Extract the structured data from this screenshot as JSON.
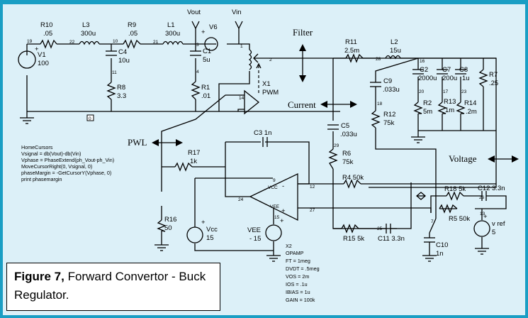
{
  "figure": {
    "caption_bold": "Figure 7,",
    "caption_text": " Forward Convertor - Buck Regulator.",
    "title": "Forward Convertor - Buck Regulator"
  },
  "colors": {
    "frame": "#1a9ec4",
    "background": "#dcf0f8",
    "caption_bg": "#ffffff"
  },
  "components": {
    "R10": {
      "name": "R10",
      "value": ".05"
    },
    "L3": {
      "name": "L3",
      "value": "300u"
    },
    "R9": {
      "name": "R9",
      "value": ".05"
    },
    "L1": {
      "name": "L1",
      "value": "300u"
    },
    "V1": {
      "name": "V1",
      "value": "100"
    },
    "C4": {
      "name": "C4",
      "value": "10u"
    },
    "R8": {
      "name": "R8",
      "value": "3.3"
    },
    "V6": {
      "name": "V6"
    },
    "C1": {
      "name": "C1",
      "value": "5u"
    },
    "R1": {
      "name": "R1",
      "value": ".01"
    },
    "X1": {
      "name": "X1",
      "value": "PWM"
    },
    "R11": {
      "name": "R11",
      "value": "2.5m"
    },
    "L2": {
      "name": "L2",
      "value": "15u"
    },
    "C9": {
      "name": "C9",
      "value": ".033u"
    },
    "R12": {
      "name": "R12",
      "value": "75k"
    },
    "C2": {
      "name": "C2",
      "value": "2000u"
    },
    "C7": {
      "name": "C7",
      "value": "200u"
    },
    "C8": {
      "name": "C8",
      "value": "1u"
    },
    "R7": {
      "name": "R7",
      "value": ".25"
    },
    "R2": {
      "name": "R2",
      "value": "5m"
    },
    "R13": {
      "name": "R13",
      "value": "1m"
    },
    "R14": {
      "name": "R14",
      "value": ".2m"
    },
    "C5": {
      "name": "C5",
      "value": ".033u"
    },
    "R6": {
      "name": "R6",
      "value": "75k"
    },
    "C3": {
      "label": "C3 1n"
    },
    "R17": {
      "name": "R17",
      "value": "1k"
    },
    "R16": {
      "name": "R16",
      "value": "50"
    },
    "R4": {
      "label": "R4 50k"
    },
    "R18": {
      "label": "R18 5k"
    },
    "C12": {
      "label": "C12 3.3n"
    },
    "R5": {
      "label": "R5 50k"
    },
    "R15": {
      "label": "R15 5k"
    },
    "C11": {
      "label": "C11 3.3n"
    },
    "C10": {
      "name": "C10",
      "value": "1n"
    },
    "Vref": {
      "name": "v ref",
      "value": "5"
    },
    "Vcc": {
      "name": "Vcc",
      "value": "15"
    },
    "VEE": {
      "name": "VEE",
      "value": "- 15"
    },
    "X2": {
      "lines": [
        "X2",
        "OPAMP",
        "FT = 1meg",
        "DVDT = .5meg",
        "VOS = 2m",
        "IOS = .1u",
        "IBIAS = 1u",
        "GAIN = 100k"
      ]
    }
  },
  "nets": {
    "vout": "Vout",
    "vin": "Vin",
    "n19": "19",
    "n22": "22",
    "n10": "10",
    "n21": "21",
    "n3": "3",
    "n1": "1",
    "n2": "2",
    "n11": "11",
    "n4": "4",
    "n14": "14",
    "n28": "28",
    "n16": "16",
    "n18": "18",
    "n20": "20",
    "n17": "17",
    "n23": "23",
    "n29": "29",
    "n12": "12",
    "n24": "24",
    "n27": "27",
    "n15": "15",
    "n9": "9",
    "n26": "26",
    "n25": "25",
    "n13": "13",
    "n7": "7",
    "vcc_pin": "VCC",
    "vee_pin": "VEE",
    "minus": "-",
    "plus": "+",
    "ground_box": "0"
  },
  "annotations": {
    "filter": "Filter",
    "current": "Current",
    "pwl": "PWL",
    "voltage": "Voltage"
  },
  "script": {
    "lines": [
      "HomeCursors",
      "Vsignal = db(Vout)-db(Vin)",
      "Vphase = PhaseExtend(ph_Vout-ph_Vin)",
      "MoveCursorRight(0, Vsignal, 0)",
      "phaseMargin = -GetCursorY(Vphase, 0)",
      "print phasemargin"
    ]
  }
}
